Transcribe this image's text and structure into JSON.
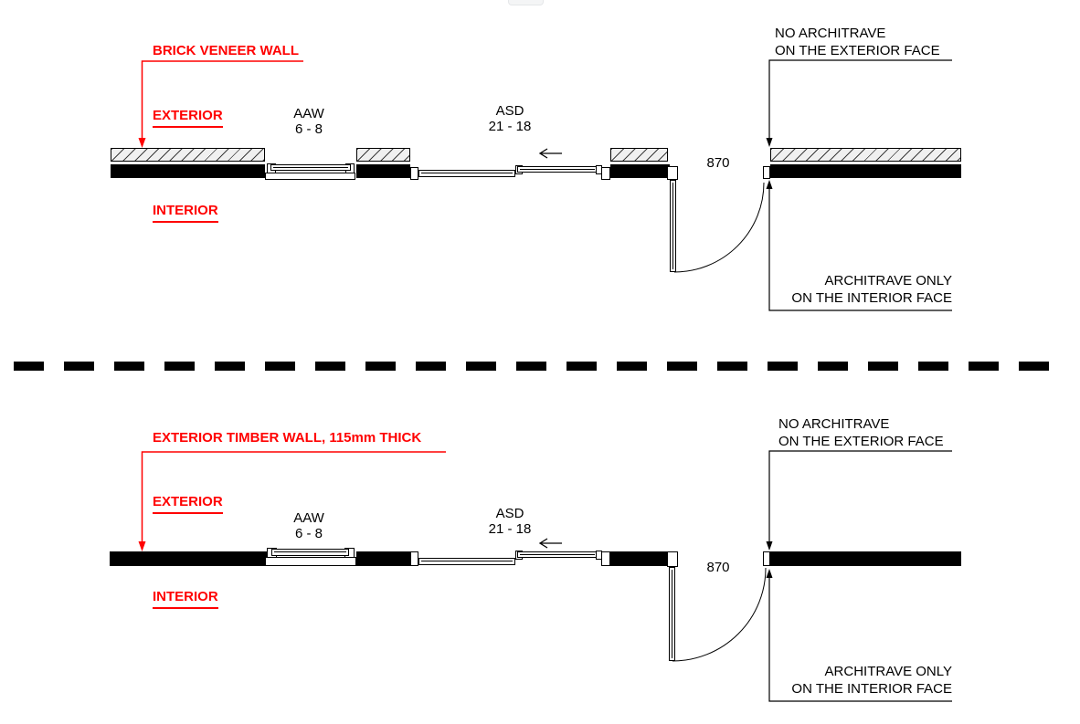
{
  "colors": {
    "annotation_red": "#FF0000",
    "ink": "#000000",
    "hatch_fill": "#F0F0F0"
  },
  "sections": [
    {
      "id": "brick-veneer",
      "wall_callout": "BRICK VENEER WALL",
      "exterior_label": "EXTERIOR",
      "interior_label": "INTERIOR",
      "window_tag": {
        "line1": "AAW",
        "line2": "6 - 8"
      },
      "sliding_door_tag": {
        "line1": "ASD",
        "line2": "21 - 18"
      },
      "door_dimension": "870",
      "exterior_note": {
        "line1": "NO ARCHITRAVE",
        "line2": "ON THE EXTERIOR FACE"
      },
      "interior_note": {
        "line1": "ARCHITRAVE ONLY",
        "line2": "ON THE INTERIOR FACE"
      }
    },
    {
      "id": "timber",
      "wall_callout": "EXTERIOR TIMBER WALL, 115mm THICK",
      "exterior_label": "EXTERIOR",
      "interior_label": "INTERIOR",
      "window_tag": {
        "line1": "AAW",
        "line2": "6 - 8"
      },
      "sliding_door_tag": {
        "line1": "ASD",
        "line2": "21 - 18"
      },
      "door_dimension": "870",
      "exterior_note": {
        "line1": "NO ARCHITRAVE",
        "line2": "ON THE EXTERIOR FACE"
      },
      "interior_note": {
        "line1": "ARCHITRAVE ONLY",
        "line2": "ON THE INTERIOR FACE"
      }
    }
  ]
}
